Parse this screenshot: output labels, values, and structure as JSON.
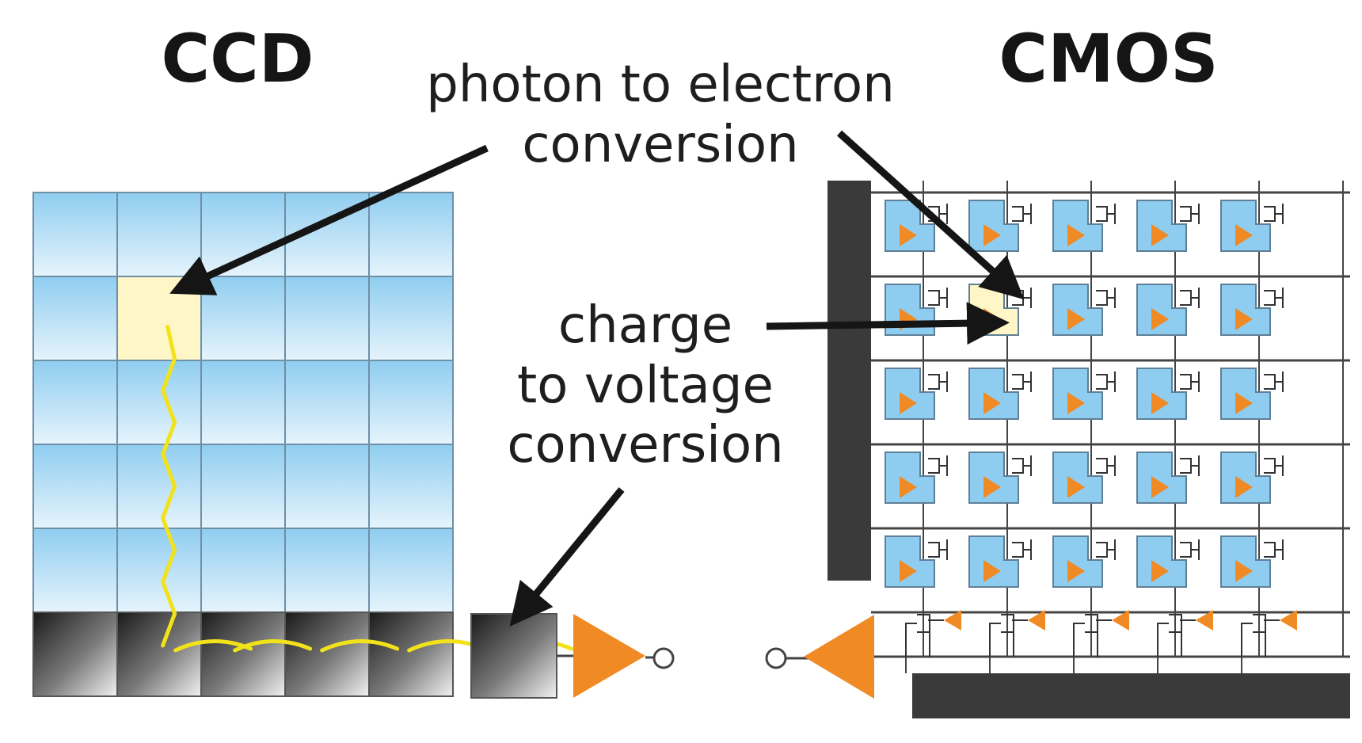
{
  "titles": {
    "ccd": "CCD",
    "cmos": "CMOS"
  },
  "annotations": {
    "photon_line1": "photon to electron",
    "photon_line2": "conversion",
    "charge_line1": "charge",
    "charge_line2": "to voltage",
    "charge_line3": "conversion"
  },
  "colors": {
    "pixel_blue_light": "#e6f4fc",
    "pixel_blue_dark": "#8fcdf0",
    "pixel_highlight": "#fff6c8",
    "charge_path": "#f2e21a",
    "amplifier": "#f08a24",
    "bus_dark": "#3a3a3a",
    "arrow": "#151515",
    "grid_line": "#6e8fa6"
  },
  "ccd": {
    "columns": 5,
    "pixel_rows": 5,
    "register_cells": 5,
    "highlight_pixel": {
      "row": 2,
      "col": 2
    }
  },
  "cmos": {
    "columns": 5,
    "rows": 5,
    "highlight_pixel": {
      "row": 2,
      "col": 2
    }
  }
}
